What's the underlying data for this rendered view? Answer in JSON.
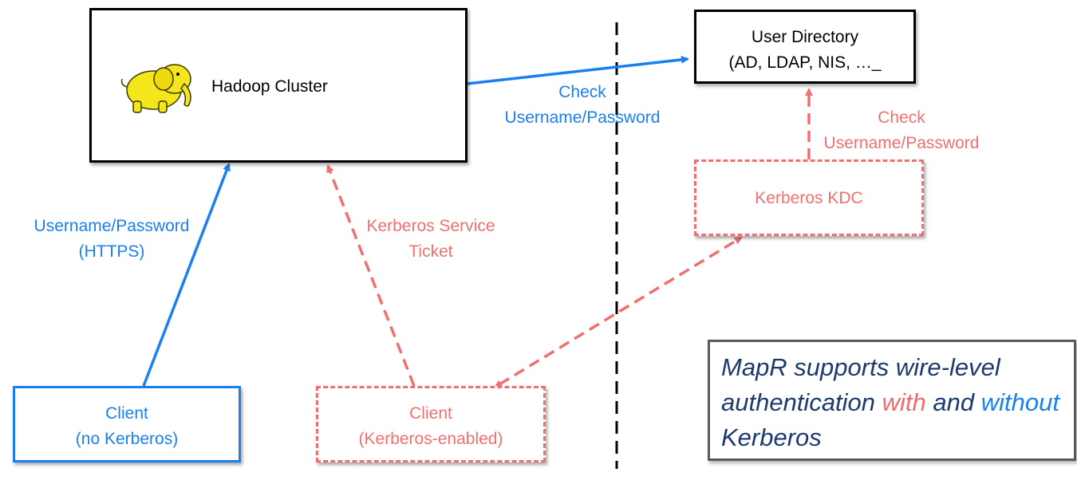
{
  "hadoop": {
    "label": "Hadoop Cluster",
    "logo_icon": "hadoop-elephant-icon"
  },
  "user_directory": {
    "line1": "User Directory",
    "line2": "(AD, LDAP, NIS, …_"
  },
  "kdc": {
    "label": "Kerberos KDC"
  },
  "client_plain": {
    "line1": "Client",
    "line2": "(no Kerberos)"
  },
  "client_kerberos": {
    "line1": "Client",
    "line2": "(Kerberos-enabled)"
  },
  "edges": {
    "check_blue": {
      "line1": "Check",
      "line2": "Username/Password"
    },
    "check_red": {
      "line1": "Check",
      "line2": "Username/Password"
    },
    "https": {
      "line1": "Username/Password",
      "line2": "(HTTPS)"
    },
    "ticket": {
      "line1": "Kerberos Service",
      "line2": "Ticket"
    }
  },
  "note": {
    "part1": "MapR supports wire-level authentication ",
    "with": "with",
    "part2": " and ",
    "without": "without",
    "part3": " Kerberos"
  },
  "colors": {
    "blue": "#1a7ff0",
    "red": "#f07070",
    "black": "#000000",
    "note_text": "#1c3a6e"
  }
}
